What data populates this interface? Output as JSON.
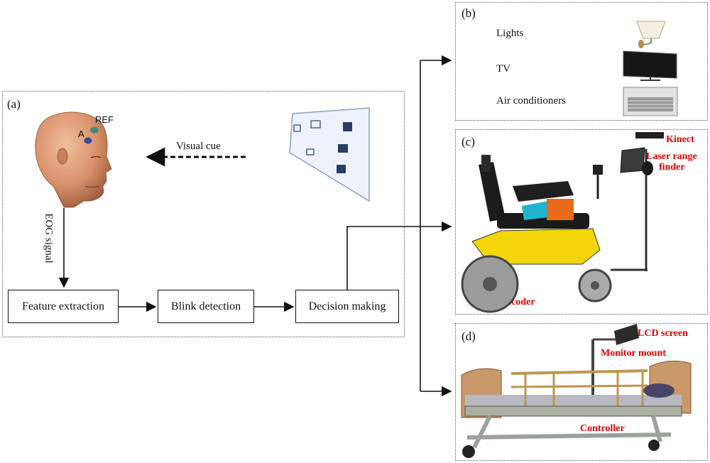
{
  "panels": {
    "a": "(a)",
    "b": "(b)",
    "c": "(c)",
    "d": "(d)"
  },
  "head": {
    "ref_label": "REF",
    "a_label": "A"
  },
  "cue": {
    "visual_cue": "Visual cue",
    "eog_signal": "EOG signal"
  },
  "pipeline": {
    "feature_extraction": "Feature extraction",
    "blink_detection": "Blink detection",
    "decision_making": "Decision making"
  },
  "appliances": {
    "lights": "Lights",
    "tv": "TV",
    "air_conditioners": "Air conditioners"
  },
  "wheelchair": {
    "kinect": "Kinect",
    "laser_range_finder_1": "Laser range",
    "laser_range_finder_2": "finder",
    "encoder": "Encoder"
  },
  "bed": {
    "lcd_screen": "LCD screen",
    "monitor_mount": "Monitor mount",
    "controller": "Controller"
  },
  "colors": {
    "annotation": "#e00000",
    "wheelchair_frame": "#f2d60a",
    "ref_electrode": "#3a8f7a",
    "a_electrode": "#2b4fa8"
  }
}
